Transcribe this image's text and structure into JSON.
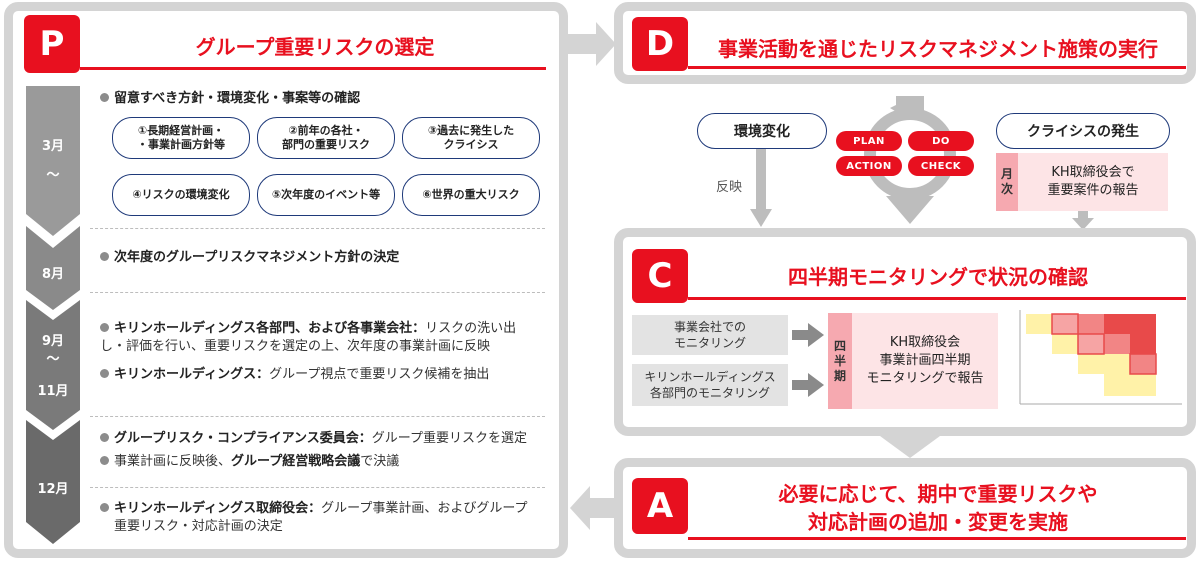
{
  "p_panel": {
    "letter": "P",
    "title": "グループ重要リスクの選定",
    "months": [
      "3月",
      "〜",
      "8月",
      "9月",
      "〜",
      "11月",
      "12月"
    ],
    "section1": {
      "heading": "留意すべき方針・環境変化・事案等の確認",
      "pills": [
        [
          "①長期経営計画・",
          "・事業計画方針等"
        ],
        [
          "②前年の各社・",
          "部門の重要リスク"
        ],
        [
          "③過去に発生した",
          "クライシス"
        ],
        [
          "④リスクの環境変化"
        ],
        [
          "⑤次年度のイベント等"
        ],
        [
          "⑥世界の重大リスク"
        ]
      ]
    },
    "section2": {
      "text": "次年度のグループリスクマネジメント方針の決定"
    },
    "section3": {
      "b1_bold": "キリンホールディングス各部門、および各事業会社：",
      "b1_text1": "リスクの洗い出",
      "b1_text2": "し・評価を行い、重要リスクを選定の上、次年度の事業計画に反映",
      "b2_bold": "キリンホールディングス：",
      "b2_text": "グループ視点で重要リスク候補を抽出"
    },
    "section4": {
      "b1_bold": "グループリスク・コンプライアンス委員会：",
      "b1_text": "グループ重要リスクを選定",
      "b2_text1": "事業計画に反映後、",
      "b2_bold": "グループ経営戦略会議",
      "b2_text2": "で決議",
      "b3_bold": "キリンホールディングス取締役会：",
      "b3_text1": "グループ事業計画、およびグループ",
      "b3_text2": "重要リスク・対応計画の決定"
    }
  },
  "d_panel": {
    "letter": "D",
    "title": "事業活動を通じたリスクマネジメント施策の実行",
    "env_label": "環境変化",
    "reflect_label": "反映",
    "crisis_label": "クライシスの発生",
    "monthly_tag": [
      "月",
      "次"
    ],
    "report_lines": [
      "KH取締役会で",
      "重要案件の報告"
    ],
    "pdca": {
      "plan": "PLAN",
      "do": "DO",
      "action": "ACTION",
      "check": "CHECK"
    }
  },
  "c_panel": {
    "letter": "C",
    "title": "四半期モニタリングで状況の確認",
    "box1": [
      "事業会社での",
      "モニタリング"
    ],
    "box2": [
      "キリンホールディングス",
      "各部門のモニタリング"
    ],
    "quarter_tag": [
      "四",
      "半",
      "期"
    ],
    "report_lines": [
      "KH取締役会",
      "事業計画四半期",
      "モニタリングで報告"
    ]
  },
  "a_panel": {
    "letter": "A",
    "title_lines": [
      "必要に応じて、期中で重要リスクや",
      "対応計画の追加・変更を実施"
    ]
  },
  "colors": {
    "accent": "#e8101f",
    "panel_border": "#d4d4d4",
    "pink": "#fde4e6"
  }
}
